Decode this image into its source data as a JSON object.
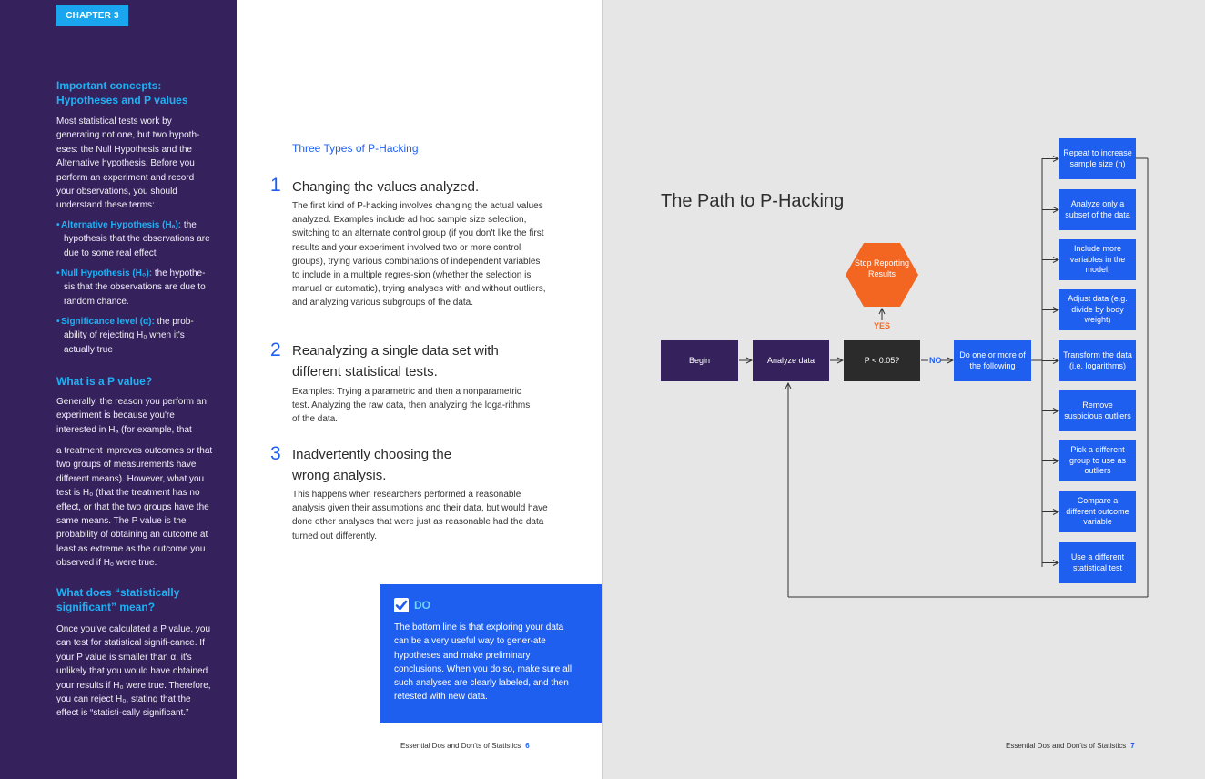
{
  "sidebar": {
    "chapter": "CHAPTER 3",
    "heading1": "Important concepts: Hypotheses and P values",
    "intro": "Most statistical tests work by generating not one, but two hypoth-eses: the Null Hypothesis and the Alternative hypothesis. Before you perform an experiment and record your observations, you should understand these terms:",
    "bullets": [
      {
        "term": "Alternative Hypothesis (Hₐ):",
        "text": " the hypothesis that the observations are due to some real effect"
      },
      {
        "term": "Null Hypothesis (H₀):",
        "text": " the hypothe-sis that the observations are due to random chance."
      },
      {
        "term": "Significance level (α):",
        "text": " the prob-ability of rejecting H₀ when it's actually true"
      }
    ],
    "heading2": "What is a P value?",
    "pvalue_p1": "Generally, the reason you perform an experiment is because you're interested in Hₐ (for example, that",
    "pvalue_p2": "a treatment improves outcomes or that two groups of measurements have different means). However, what you test is H₀ (that the treatment has no effect, or that the two groups have the same means. The P value is the probability of obtaining an outcome at least as extreme as the outcome you observed if H₀ were true.",
    "heading3": "What does “statistically significant” mean?",
    "sig_p": "Once you've calculated a P value, you can test for statistical signifi-cance. If your P value is smaller than α, it's unlikely that you would have obtained your results if H₀ were true. Therefore, you can reject H₀, stating that the effect is “statisti-cally significant.”"
  },
  "middle": {
    "types_title": "Three Types of P-Hacking",
    "sections": [
      {
        "num": "1",
        "title": "Changing the values analyzed.",
        "body": "The first kind of P-hacking involves changing the actual values analyzed. Examples include ad hoc sample size selection, switching to an alternate control group (if you don't like the first results and your experiment involved two or more control groups), trying various combinations of independent variables to include in a multiple regres-sion (whether the selection is manual or automatic), trying analyses with and without outliers, and analyzing various subgroups of the data."
      },
      {
        "num": "2",
        "title": "Reanalyzing a single data set with different statistical tests.",
        "body": "Examples: Trying a parametric and then a nonparametric test. Analyzing the raw data, then analyzing the loga-rithms of the data."
      },
      {
        "num": "3",
        "title": "Inadvertently choosing the wrong analysis.",
        "body": "This happens when researchers performed a reasonable analysis given their assumptions and their data, but would have done other analyses that were just as reasonable had the data turned out differently."
      }
    ],
    "do_box": {
      "label": "DO",
      "text": "The bottom line is that exploring your data can be a very useful way to gener-ate hypotheses and make preliminary conclusions. When you do so, make sure all such analyses are clearly labeled, and then retested with new data."
    },
    "footer_text": "Essential Dos and Don'ts of Statistics",
    "footer_page": "6"
  },
  "right": {
    "title": "The Path to P-Hacking",
    "flow": {
      "begin": "Begin",
      "analyze": "Analyze data",
      "decision": "P < 0.05?",
      "stop": "Stop Reporting Results",
      "yes": "YES",
      "no": "NO",
      "do_one": "Do one or more of the following",
      "options": [
        "Repeat to increase sample size (n)",
        "Analyze only a subset of the data",
        "Include more variables in the model.",
        "Adjust data (e.g. divide by body weight)",
        "Transform the data (i.e. logarithms)",
        "Remove suspicious outliers",
        "Pick a different group to use as outliers",
        "Compare a different outcome variable",
        "Use a different statistical test"
      ]
    },
    "footer_text": "Essential Dos and Don'ts of Statistics",
    "footer_page": "7"
  },
  "colors": {
    "sidebar_bg": "#35215c",
    "accent_blue": "#1f5ff0",
    "sidebar_heading": "#1db2f5",
    "stop_orange": "#f26622",
    "right_bg": "#e6e6e6"
  }
}
